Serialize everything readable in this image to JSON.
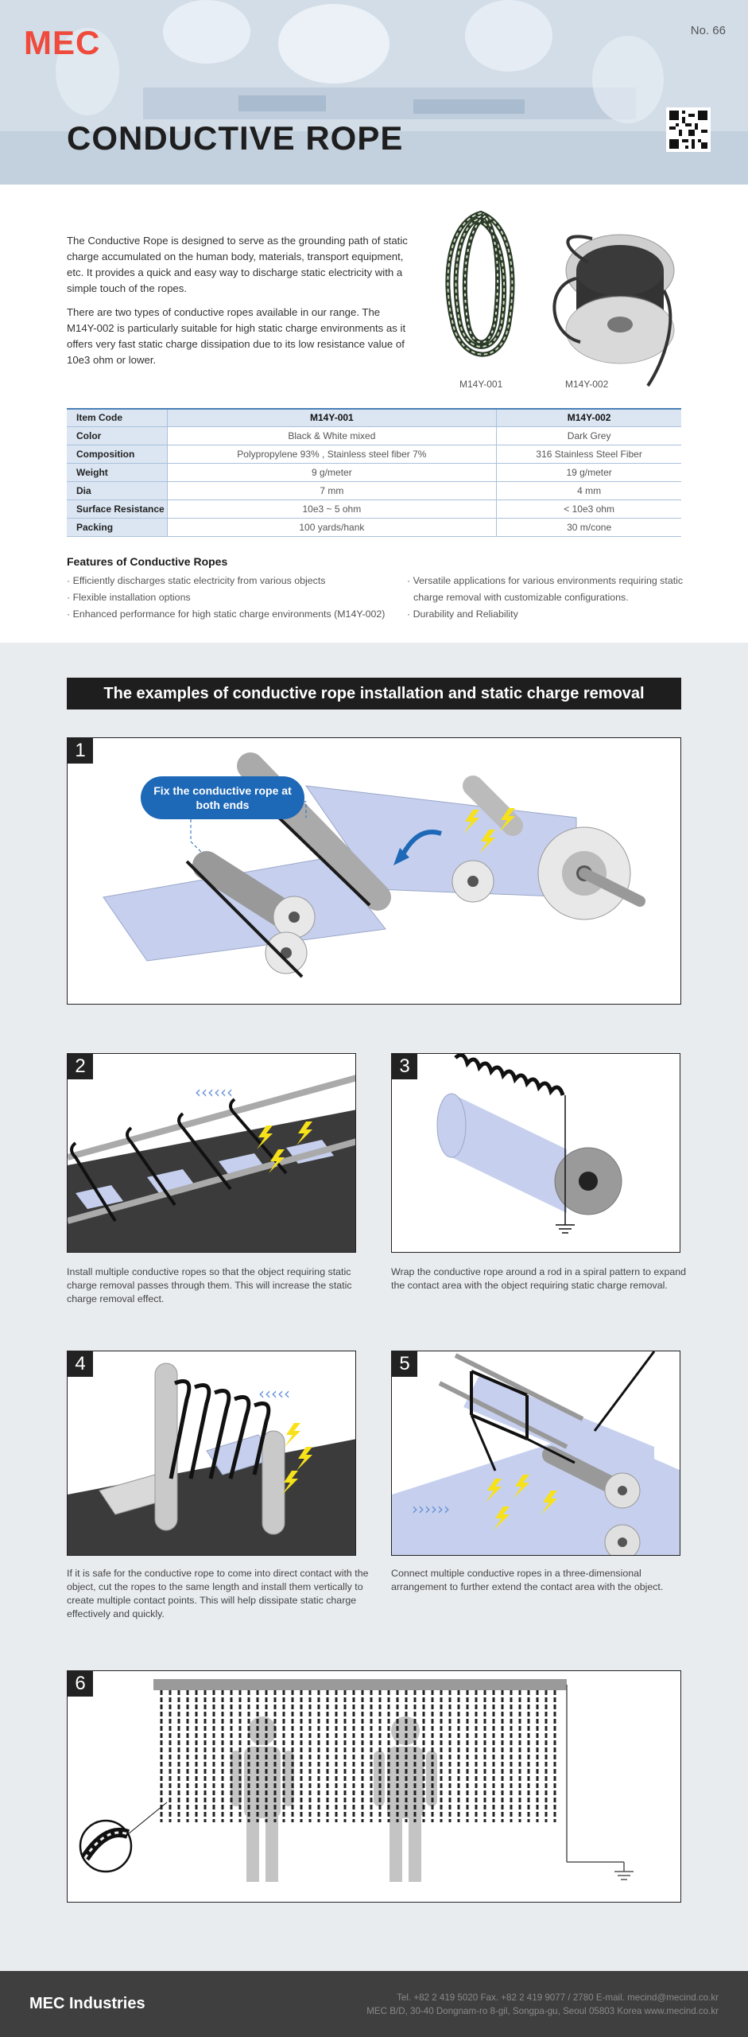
{
  "header": {
    "logo": "MEC",
    "doc_number": "No. 66",
    "title": "CONDUCTIVE ROPE"
  },
  "intro": {
    "paragraphs": [
      "The Conductive Rope is designed to serve as the grounding path of static charge accumulated on the human body, materials, transport equipment, etc. It provides a quick and easy way to discharge static electricity with a simple touch of the ropes.",
      "There are two types of conductive ropes available in our range. The M14Y-002 is particularly suitable for high static charge environments as it offers very fast static charge dissipation due to its low resistance value of 10e3 ohm or lower."
    ],
    "image_captions": [
      "M14Y-001",
      "M14Y-002"
    ]
  },
  "spec_table": {
    "headers": [
      "Item Code",
      "M14Y-001",
      "M14Y-002"
    ],
    "rows": [
      [
        "Color",
        "Black & White mixed",
        "Dark Grey"
      ],
      [
        "Composition",
        "Polypropylene 93% , Stainless steel fiber 7%",
        "316 Stainless Steel Fiber"
      ],
      [
        "Weight",
        "9 g/meter",
        "19 g/meter"
      ],
      [
        "Dia",
        "7 mm",
        "4 mm"
      ],
      [
        "Surface Resistance",
        "10e3 ~ 5 ohm",
        "< 10e3 ohm"
      ],
      [
        "Packing",
        "100 yards/hank",
        "30 m/cone"
      ]
    ]
  },
  "features": {
    "title": "Features of Conductive Ropes",
    "left": [
      "· Efficiently discharges static electricity from various objects",
      "· Flexible installation options",
      "· Enhanced performance for high static charge environments (M14Y-002)"
    ],
    "right": [
      "· Versatile applications for various environments requiring static charge removal with customizable configurations.",
      "· Durability and Reliability"
    ]
  },
  "examples": {
    "banner": "The examples of conductive rope installation and static charge removal",
    "callout": "Fix the conductive rope at both ends",
    "panels": [
      {
        "number": "1",
        "caption": ""
      },
      {
        "number": "2",
        "caption": "Install multiple conductive ropes so that the object requiring static charge removal passes through them. This will increase the static charge removal effect."
      },
      {
        "number": "3",
        "caption": "Wrap the conductive rope around a rod in a spiral pattern to expand the contact area with the object requiring static charge removal."
      },
      {
        "number": "4",
        "caption": "If it is safe for the conductive rope to come into direct contact with the object, cut the ropes to the same length and install them vertically to create multiple contact points. This will help dissipate static charge effectively and quickly."
      },
      {
        "number": "5",
        "caption": "Connect multiple conductive ropes in a three-dimensional arrangement to further extend the contact area with the object."
      },
      {
        "number": "6",
        "caption": ""
      }
    ]
  },
  "footer": {
    "brand": "MEC Industries",
    "contact_line": "Tel. +82 2 419 5020     Fax. +82 2 419 9077 / 2780     E-mail. mecind@mecind.co.kr",
    "address_line": "MEC B/D, 30-40 Dongnam-ro 8-gil, Songpa-gu, Seoul 05803 Korea    www.mecind.co.kr"
  },
  "colors": {
    "brand_red": "#ef4a3c",
    "accent_blue": "#1d68b7",
    "table_header_bg": "#dbe6f2",
    "sheet_blue": "#c6d0ee",
    "spark_yellow": "#f7e21a"
  }
}
